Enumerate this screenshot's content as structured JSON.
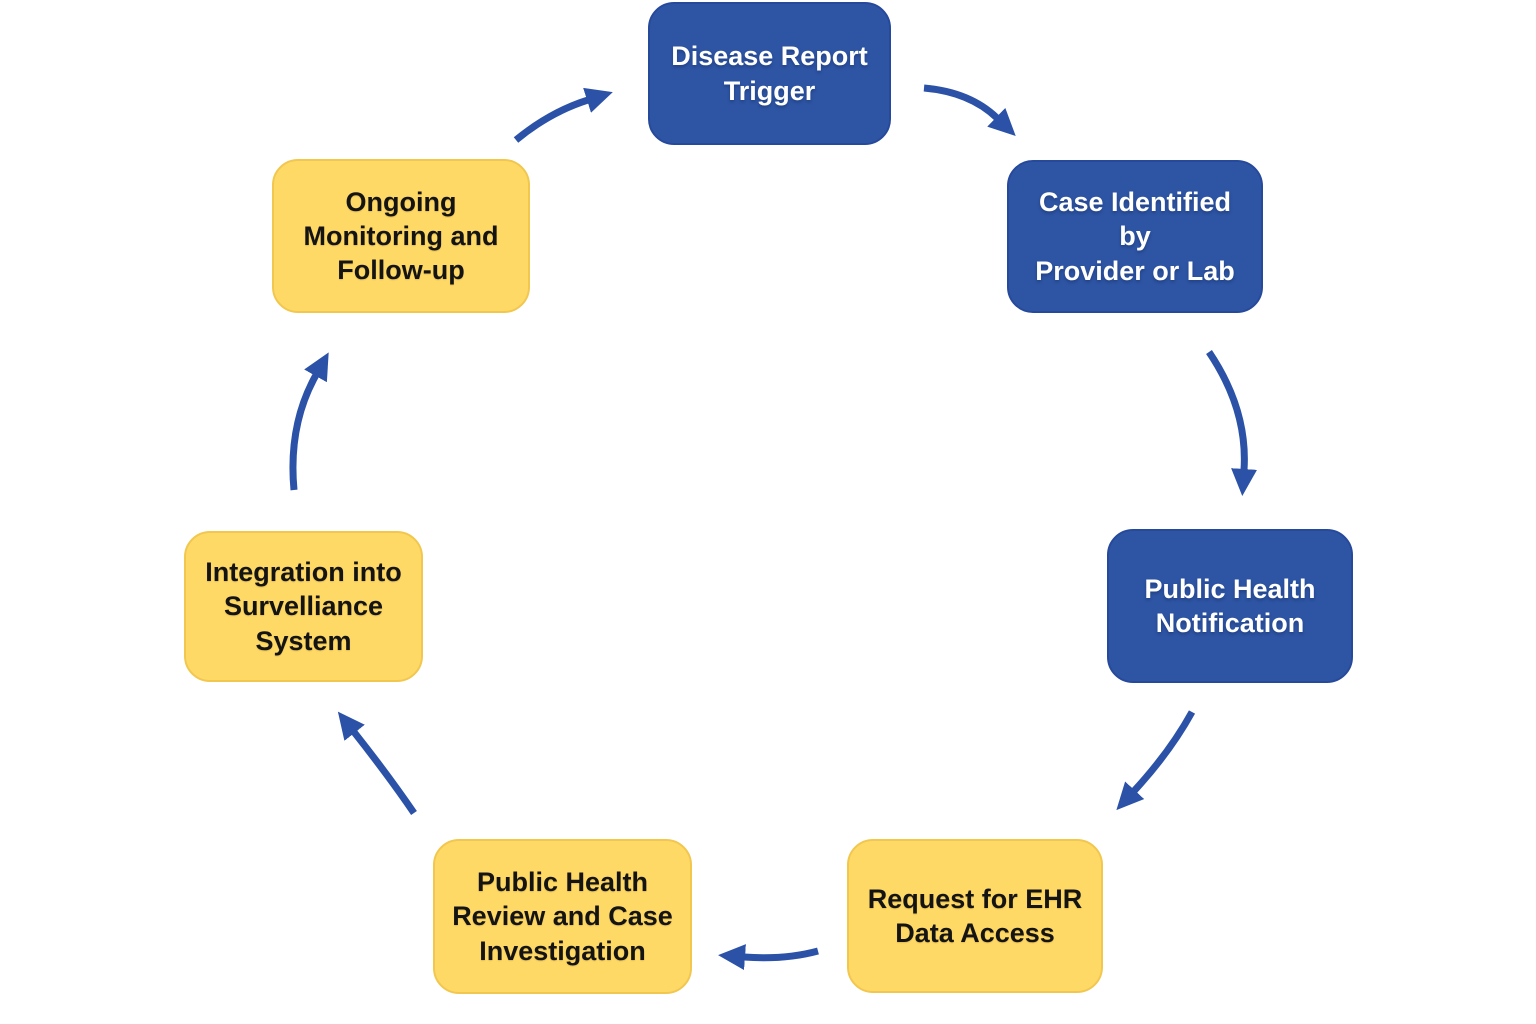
{
  "diagram": {
    "type": "cycle",
    "flow_direction": "clockwise",
    "nodes": [
      {
        "id": "disease-report-trigger",
        "label": "Disease Report\nTrigger",
        "variant": "blue"
      },
      {
        "id": "case-identified",
        "label": "Case Identified by\nProvider or Lab",
        "variant": "blue"
      },
      {
        "id": "public-health-notification",
        "label": "Public Health\nNotification",
        "variant": "blue"
      },
      {
        "id": "request-ehr-data-access",
        "label": "Request for EHR\nData Access",
        "variant": "yellow"
      },
      {
        "id": "public-health-review",
        "label": "Public Health\nReview and Case\nInvestigation",
        "variant": "yellow"
      },
      {
        "id": "integration-surveillance",
        "label": "Integration into\nSurvelliance\nSystem",
        "variant": "yellow"
      },
      {
        "id": "ongoing-monitoring",
        "label": "Ongoing\nMonitoring and\nFollow-up",
        "variant": "yellow"
      }
    ],
    "edges": [
      {
        "from": "disease-report-trigger",
        "to": "case-identified"
      },
      {
        "from": "case-identified",
        "to": "public-health-notification"
      },
      {
        "from": "public-health-notification",
        "to": "request-ehr-data-access"
      },
      {
        "from": "request-ehr-data-access",
        "to": "public-health-review"
      },
      {
        "from": "public-health-review",
        "to": "integration-surveillance"
      },
      {
        "from": "integration-surveillance",
        "to": "ongoing-monitoring"
      },
      {
        "from": "ongoing-monitoring",
        "to": "disease-report-trigger"
      }
    ],
    "colors": {
      "blue_fill": "#2e55a4",
      "blue_border": "#27499c",
      "yellow_fill": "#ffd966",
      "yellow_border": "#f1c74f",
      "arrow": "#2b52a7",
      "text_on_blue": "#ffffff",
      "text_on_yellow": "#141414",
      "background": "#ffffff"
    }
  }
}
